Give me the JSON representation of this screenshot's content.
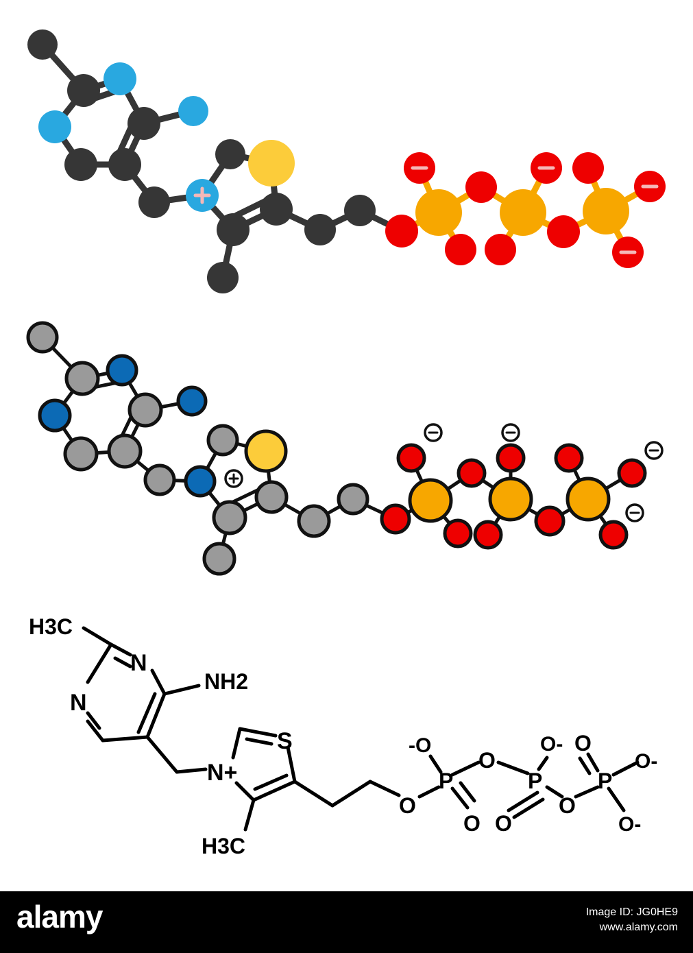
{
  "colors": {
    "carbon_dark": "#363636",
    "nitrogen_light": "#29a8e0",
    "sulfur": "#fccc3a",
    "phosphorus": "#f7a700",
    "oxygen": "#ee0000",
    "carbon_light": "#9a9a9a",
    "nitrogen_dark": "#0c6ab5",
    "footer_background": "#000000"
  },
  "structure_labels": {
    "h3c_top": "H3C",
    "n_ring_top": "N",
    "nh2": "NH2",
    "n_ring_left": "N",
    "s_ring": "S",
    "n_plus": "N+",
    "h3c_bottom": "H3C",
    "o_neg_1": "-O",
    "o_bridge_1": "O",
    "o_neg_2": "O-",
    "o_dbl_3": "O",
    "o_neg_3": "O-",
    "o_ester": "O",
    "p1": "P",
    "o_dbl_1": "O",
    "p2": "P",
    "o_dbl_2": "O",
    "o_bridge_2": "O",
    "p3": "P",
    "o_neg_4": "O-"
  },
  "footer": {
    "brand": "alamy",
    "image_id": "Image ID: JG0HE9",
    "url": "www.alamy.com"
  }
}
